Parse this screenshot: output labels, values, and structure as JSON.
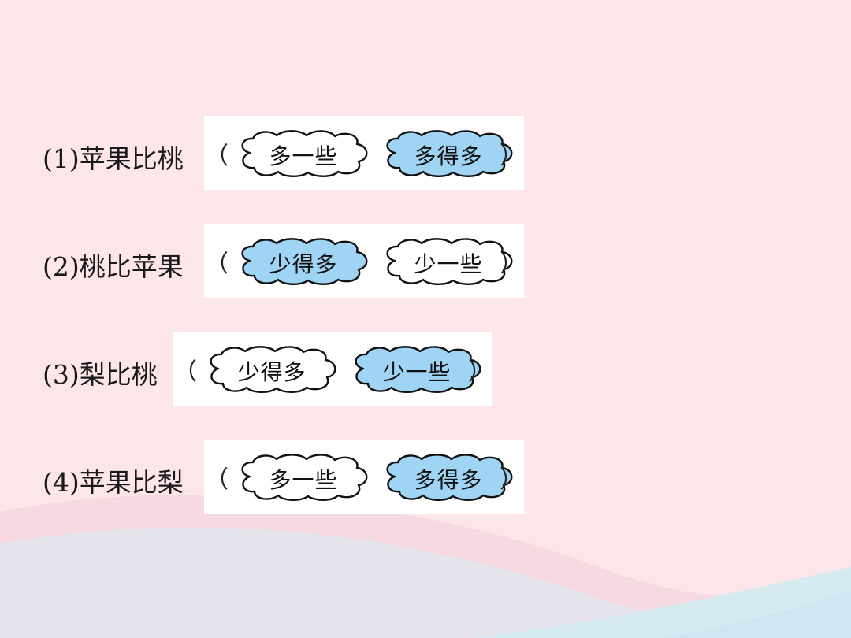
{
  "rows": [
    {
      "label": "(1)苹果比桃",
      "options": [
        {
          "text": "多一些",
          "selected": false
        },
        {
          "text": "多得多",
          "selected": true
        }
      ]
    },
    {
      "label": "(2)桃比苹果",
      "options": [
        {
          "text": "少得多",
          "selected": true
        },
        {
          "text": "少一些",
          "selected": false
        }
      ]
    },
    {
      "label": "(3)梨比桃",
      "options": [
        {
          "text": "少得多",
          "selected": false
        },
        {
          "text": "少一些",
          "selected": true
        }
      ]
    },
    {
      "label": "(4)苹果比梨",
      "options": [
        {
          "text": "多一些",
          "selected": false
        },
        {
          "text": "多得多",
          "selected": true
        }
      ]
    }
  ],
  "paren_open": "（",
  "paren_close": "）",
  "colors": {
    "background": "#fde6ea",
    "selected_fill": "#9fd4f4",
    "unselected_fill": "#ffffff",
    "wave": "#dcecf3"
  }
}
